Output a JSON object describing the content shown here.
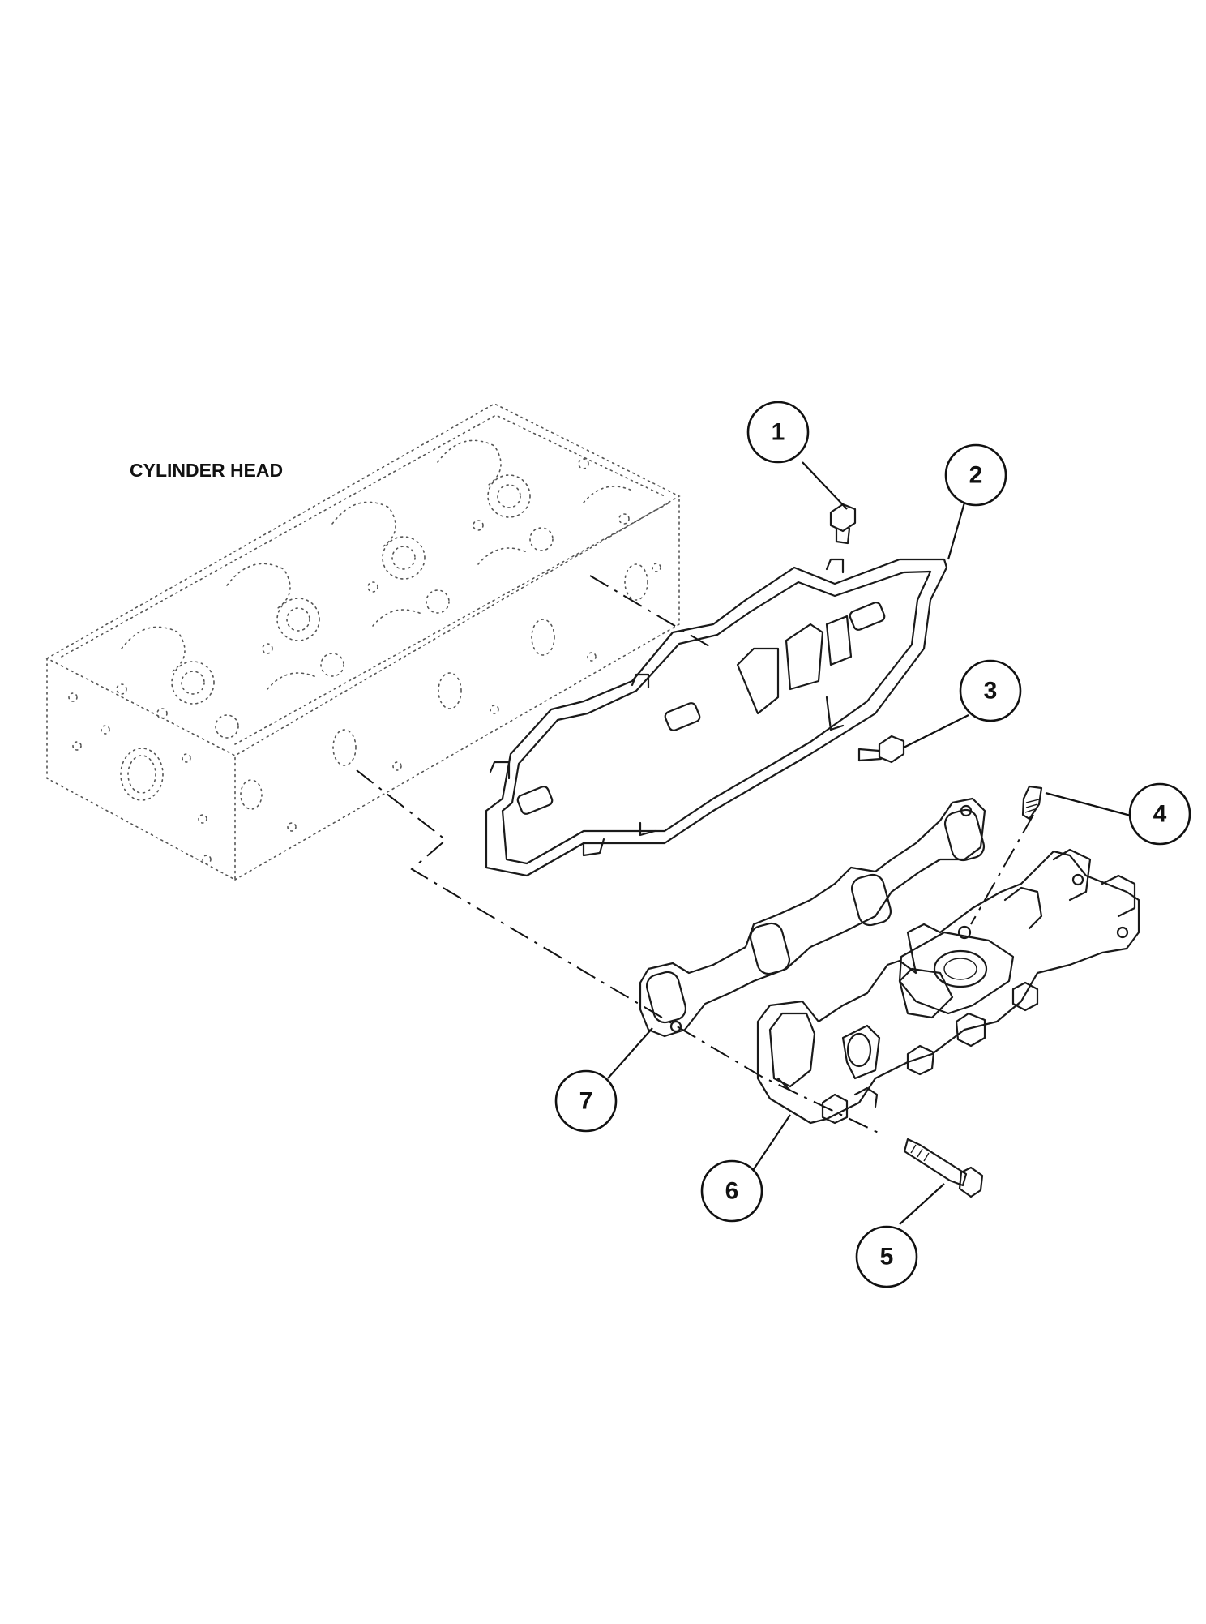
{
  "labels": {
    "cylinder_head": "CYLINDER HEAD"
  },
  "callouts": [
    "1",
    "2",
    "3",
    "4",
    "5",
    "6",
    "7"
  ]
}
